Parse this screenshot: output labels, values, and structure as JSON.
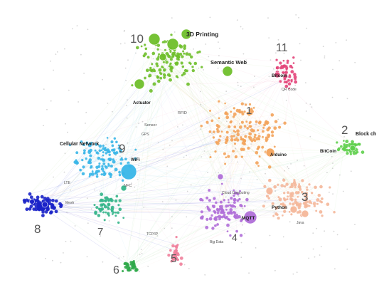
{
  "clusters": [
    {
      "id": "1",
      "color": "#f3a35b"
    },
    {
      "id": "2",
      "color": "#5fcf4c"
    },
    {
      "id": "3",
      "color": "#f4b79a"
    },
    {
      "id": "4",
      "color": "#b06fd8"
    },
    {
      "id": "5",
      "color": "#ef7f9b"
    },
    {
      "id": "6",
      "color": "#2fa84a"
    },
    {
      "id": "7",
      "color": "#34b58a"
    },
    {
      "id": "8",
      "color": "#1a22c8"
    },
    {
      "id": "9",
      "color": "#38b6e8"
    },
    {
      "id": "10",
      "color": "#6fbf2b"
    },
    {
      "id": "11",
      "color": "#e3457a"
    }
  ],
  "labels": {
    "printing": "3D Printing",
    "semantic_web": "Semantic Web",
    "bitcoin": "Bitcoin",
    "qr_code": "QR Code",
    "block_ch": "Block ch",
    "bitcoin_right": "BitCoin",
    "cellular_network": "Cellular Network",
    "wifi": "WiFi",
    "rfid": "RFID",
    "nfc": "NFC",
    "actuator": "Actuator",
    "sensor": "Sensor",
    "python": "Python",
    "mqtt": "MQTT",
    "arduino": "Arduino",
    "gps": "GPS",
    "cloud_computing": "Cloud Computing",
    "big_data": "Big Data",
    "mesh": "Mesh",
    "tcp_ip": "TCP/IP",
    "java": "Java",
    "lte": "LTE"
  }
}
